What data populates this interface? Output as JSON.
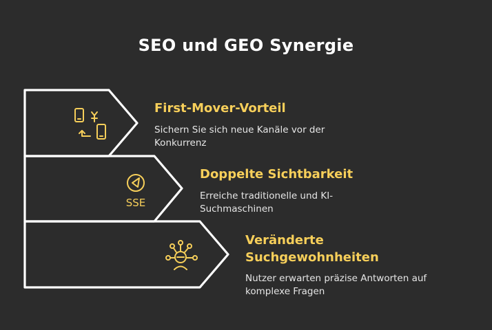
{
  "title": "SEO und GEO Synergie",
  "colors": {
    "background": "#2c2c2c",
    "accent": "#f7cf5a",
    "outline": "#ffffff",
    "text": "#e6e6e6"
  },
  "items": [
    {
      "heading": "First-Mover-Vorteil",
      "description_lines": [
        "Sichern Sie sich neue Kanäle vor der",
        "Konkurrenz"
      ],
      "icon": "phone-transfer-icon"
    },
    {
      "heading": "Doppelte Sichtbarkeit",
      "description_lines": [
        "Erreiche traditionelle und KI-",
        "Suchmaschinen"
      ],
      "icon": "compass-icon",
      "icon_text": "SSE"
    },
    {
      "heading_lines": [
        "Veränderte",
        "Suchgewohnheiten"
      ],
      "description_lines": [
        "Nutzer erwarten präzise Antworten auf",
        "komplexe Fragen"
      ],
      "icon": "user-network-icon"
    }
  ]
}
